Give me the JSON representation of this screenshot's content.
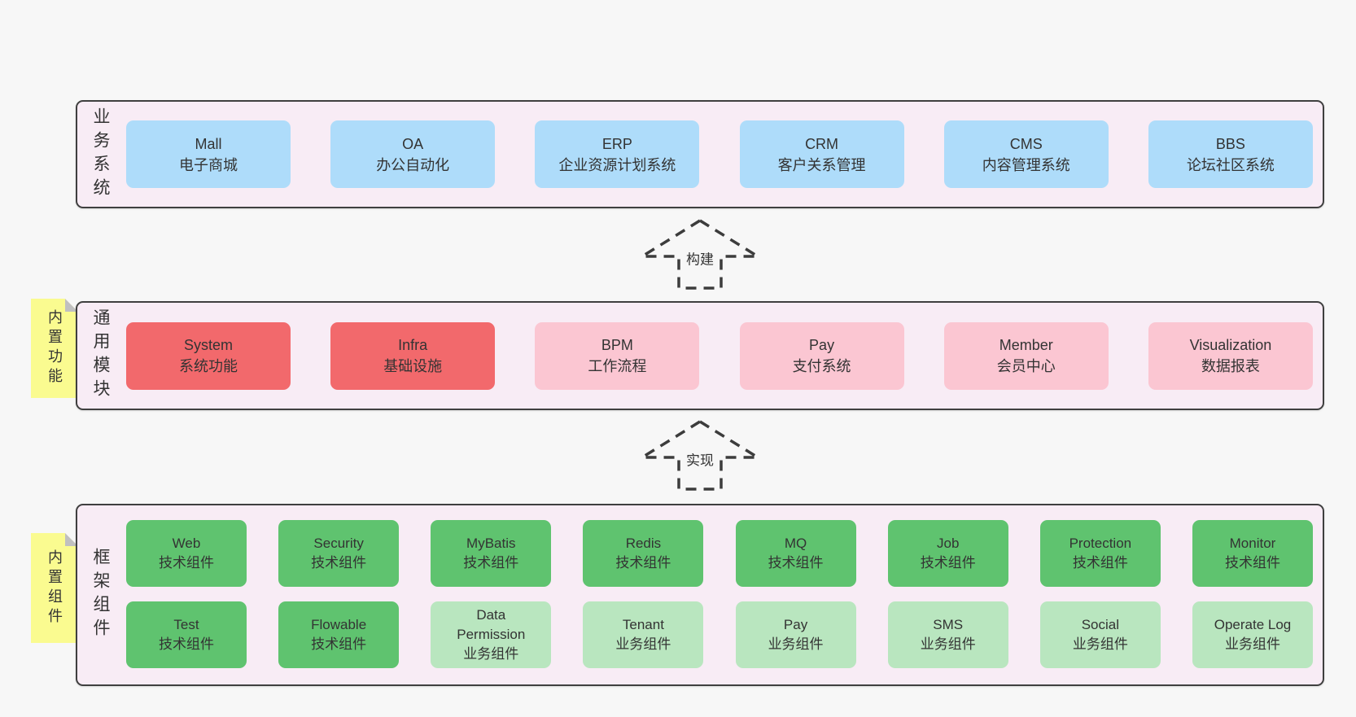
{
  "colors": {
    "page_background": "#f7f7f7",
    "panel_background": "#f8ecf5",
    "panel_border": "#3f3f3f",
    "blue_box": "#aedcfa",
    "red_box": "#f2696c",
    "pink_box": "#fbc6d2",
    "green_box": "#5fc36f",
    "light_green_box": "#b9e6bf",
    "sticky_yellow": "#fafb90",
    "text": "#333333"
  },
  "arrows": {
    "build": "构建",
    "implement": "实现"
  },
  "sections": {
    "business": {
      "side_label": "业务系统",
      "boxes": [
        {
          "name": "Mall",
          "desc": "电子商城"
        },
        {
          "name": "OA",
          "desc": "办公自动化"
        },
        {
          "name": "ERP",
          "desc": "企业资源计划系统"
        },
        {
          "name": "CRM",
          "desc": "客户关系管理"
        },
        {
          "name": "CMS",
          "desc": "内容管理系统"
        },
        {
          "name": "BBS",
          "desc": "论坛社区系统"
        }
      ]
    },
    "modules": {
      "side_label": "通用模块",
      "sticky_label": "内置功能",
      "boxes": [
        {
          "name": "System",
          "desc": "系统功能"
        },
        {
          "name": "Infra",
          "desc": "基础设施"
        },
        {
          "name": "BPM",
          "desc": "工作流程"
        },
        {
          "name": "Pay",
          "desc": "支付系统"
        },
        {
          "name": "Member",
          "desc": "会员中心"
        },
        {
          "name": "Visualization",
          "desc": "数据报表"
        }
      ]
    },
    "components": {
      "side_label": "框架组件",
      "sticky_label": "内置组件",
      "row1": [
        {
          "name": "Web",
          "desc": "技术组件"
        },
        {
          "name": "Security",
          "desc": "技术组件"
        },
        {
          "name": "MyBatis",
          "desc": "技术组件"
        },
        {
          "name": "Redis",
          "desc": "技术组件"
        },
        {
          "name": "MQ",
          "desc": "技术组件"
        },
        {
          "name": "Job",
          "desc": "技术组件"
        },
        {
          "name": "Protection",
          "desc": "技术组件"
        },
        {
          "name": "Monitor",
          "desc": "技术组件"
        }
      ],
      "row2": [
        {
          "name": "Test",
          "desc": "技术组件"
        },
        {
          "name": "Flowable",
          "desc": "技术组件"
        },
        {
          "name": "Data Permission",
          "desc": "业务组件"
        },
        {
          "name": "Tenant",
          "desc": "业务组件"
        },
        {
          "name": "Pay",
          "desc": "业务组件"
        },
        {
          "name": "SMS",
          "desc": "业务组件"
        },
        {
          "name": "Social",
          "desc": "业务组件"
        },
        {
          "name": "Operate Log",
          "desc": "业务组件"
        }
      ]
    }
  }
}
